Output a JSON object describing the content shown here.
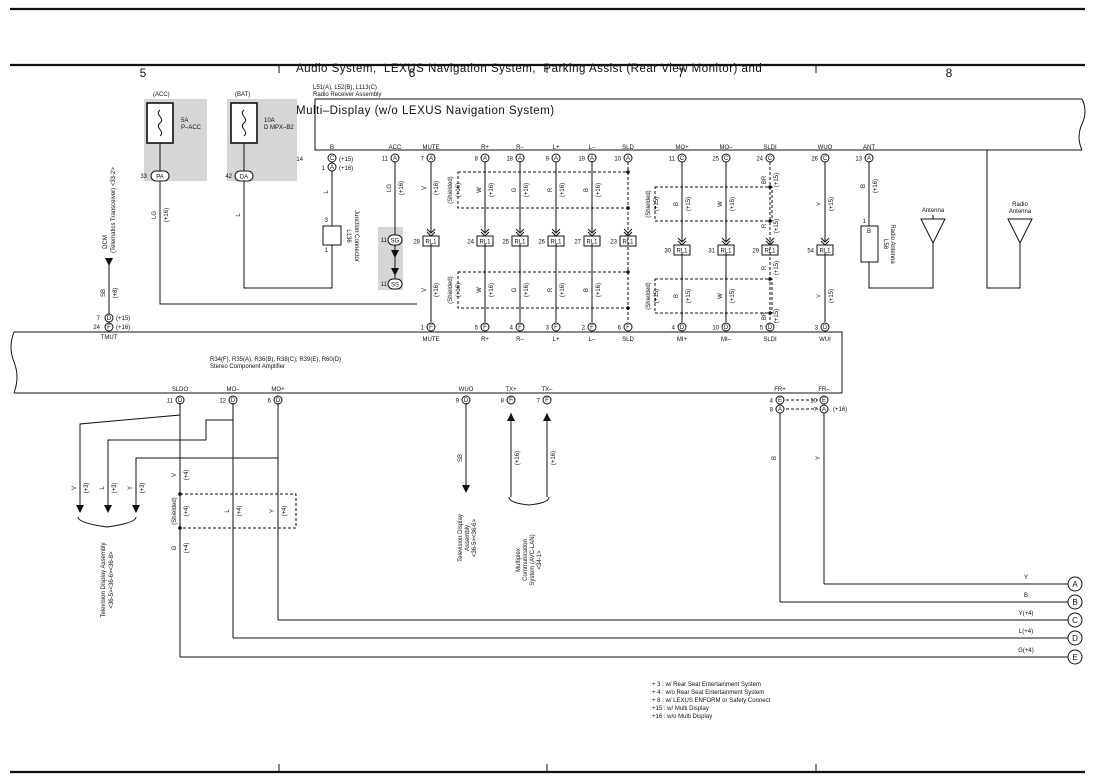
{
  "title": {
    "line1": "Audio System,  LEXUS Navigation System,  Parking Assist (Rear View Monitor) and",
    "line2": "Multi–Display (w/o LEXUS Navigation System)"
  },
  "grid": {
    "numbers": [
      "5",
      "6",
      "7",
      "8"
    ]
  },
  "fuses": {
    "acc": {
      "power": "(ACC)",
      "rating": "5A",
      "name": "P–ACC",
      "pin": "33",
      "conn": "PA"
    },
    "bat": {
      "power": "(BAT)",
      "rating": "10A",
      "name": "D MPX–B2",
      "pin": "42",
      "conn": "DA"
    }
  },
  "receiver": {
    "ids": "L51(A), L52(B), L113(C)",
    "name": "Radio Receiver Assembly",
    "b_pin": "14",
    "b_conn": "C",
    "b_note": "(+15)",
    "b_pin2": "1",
    "b_conn2": "A",
    "b_note2": "(+16)"
  },
  "top_pins": [
    {
      "label": "B"
    },
    {
      "label": "ACC",
      "pin": "11",
      "conn": "A"
    },
    {
      "label": "MUTE",
      "pin": "7",
      "conn": "A"
    },
    {
      "label": "R+",
      "pin": "8",
      "conn": "A"
    },
    {
      "label": "R–",
      "pin": "18",
      "conn": "A"
    },
    {
      "label": "L+",
      "pin": "9",
      "conn": "A"
    },
    {
      "label": "L–",
      "pin": "19",
      "conn": "A"
    },
    {
      "label": "SLD",
      "pin": "10",
      "conn": "A"
    },
    {
      "label": "MO+",
      "pin": "11",
      "conn": "C"
    },
    {
      "label": "MO–",
      "pin": "25",
      "conn": "C"
    },
    {
      "label": "SLDI",
      "pin": "24",
      "conn": "C"
    },
    {
      "label": "WUO",
      "pin": "26",
      "conn": "C"
    },
    {
      "label": "ANT",
      "pin": "13",
      "conn": "A"
    }
  ],
  "rl1_pins": [
    "28",
    "24",
    "25",
    "26",
    "27",
    "23",
    "30",
    "31",
    "29",
    "54"
  ],
  "rl1": "RL1",
  "wires_upper": {
    "b": "L",
    "acc": "LG",
    "acc_note": "(+16)",
    "mute": "V",
    "mute_note": "(+16)",
    "rp": "W",
    "rm": "G",
    "lp": "R",
    "lm": "B",
    "note16": "(+16)",
    "shielded": "(Shielded)",
    "shielded16": "(+16)",
    "mop": "B",
    "mom": "W",
    "sldi": "BR",
    "note15": "(+15)",
    "wuo": "Y",
    "ant": "B",
    "shielded15": "(+15)",
    "sldi_r": "R"
  },
  "junction": {
    "pin_top": "3",
    "pin_bot": "1",
    "id": "L136",
    "name": "Junction Connector"
  },
  "relay_conn": {
    "top_pin": "11",
    "top_conn": "SG",
    "bot_pin": "11",
    "bot_conn": "SS"
  },
  "dcm": {
    "name": "DCM",
    "desc": "(Telematics Transceiver) <33-2>",
    "wire": "SB",
    "note": "(+8)"
  },
  "lg_wire": {
    "color": "LG",
    "note": "(+16)"
  },
  "l_wire": {
    "color": "L"
  },
  "antenna": {
    "pin": "1",
    "conn": "B",
    "id": "L58",
    "name": "Radio Antenna",
    "ant1": "Antenna",
    "ant2": "Radio Antenna"
  },
  "amp": {
    "tmut_pin1": "7",
    "tmut_conn1": "D",
    "tmut_note1": "(+15)",
    "tmut_pin2": "24",
    "tmut_conn2": "F",
    "tmut_note2": "(+16)",
    "tmut": "TMUT",
    "ids": "R34(F), R35(A), R36(B), R38(C), R39(E), R60(D)",
    "name": "Stereo Component Amplifier",
    "top": [
      {
        "label": "MUTE",
        "pin": "1",
        "conn": "F"
      },
      {
        "label": "R+",
        "pin": "5",
        "conn": "F"
      },
      {
        "label": "R–",
        "pin": "4",
        "conn": "F"
      },
      {
        "label": "L+",
        "pin": "3",
        "conn": "F"
      },
      {
        "label": "L–",
        "pin": "2",
        "conn": "F"
      },
      {
        "label": "SLD",
        "pin": "6",
        "conn": "F"
      },
      {
        "label": "MI+",
        "pin": "4",
        "conn": "D"
      },
      {
        "label": "MI–",
        "pin": "10",
        "conn": "D"
      },
      {
        "label": "SLDI",
        "pin": "5",
        "conn": "D"
      },
      {
        "label": "WUI",
        "pin": "3",
        "conn": "D"
      }
    ],
    "bottom": [
      {
        "label": "SLDO",
        "pin": "11",
        "conn": "D"
      },
      {
        "label": "MO–",
        "pin": "12",
        "conn": "D"
      },
      {
        "label": "MO+",
        "pin": "6",
        "conn": "D"
      },
      {
        "label": "WUO",
        "pin": "9",
        "conn": "D"
      },
      {
        "label": "TX+",
        "pin": "8",
        "conn": "F"
      },
      {
        "label": "TX–",
        "pin": "7",
        "conn": "F"
      },
      {
        "label": "FR+",
        "pin": "4",
        "conn": "E",
        "pin2": "8",
        "conn2": "A"
      },
      {
        "label": "FR–",
        "pin": "10",
        "conn": "E",
        "pin2": "7",
        "conn2": "A"
      }
    ],
    "fr_note": "(+16)"
  },
  "lower": {
    "tv_wires": [
      "V",
      "L",
      "Y"
    ],
    "note3": "(+3)",
    "note4": "(+4)",
    "shielded": "(Shielded)",
    "v": "V",
    "l": "L",
    "y": "Y",
    "g": "G",
    "tv": "Television Display Assembly <36-5><36-6><36-8>",
    "tv2_l1": "Television Display",
    "tv2_l2": "Assembly",
    "tv2_l3": "<36-5><36-6>",
    "wuo_wire": "SB",
    "mcs_l1": "Multiplex",
    "mcs_l2": "Communication",
    "mcs_l3": "System (AVC-LAN)",
    "mcs_l4": "<34-1>",
    "fr_b": "B",
    "fr_y": "Y"
  },
  "offpage": [
    {
      "wire": "Y",
      "letter": "A"
    },
    {
      "wire": "B",
      "letter": "B"
    },
    {
      "wire": "Y(+4)",
      "letter": "C"
    },
    {
      "wire": "L(+4)",
      "letter": "D"
    },
    {
      "wire": "G(+4)",
      "letter": "E"
    }
  ],
  "notes": [
    "+ 3 : w/ Rear Seat Entertainment System",
    "+ 4 : w/o Rear Seat Entertainment System",
    "+ 8 : w/ LEXUS ENFORM or Safety Connect",
    "+15 : w/ Multi Display",
    "+16 : w/o Multi Display"
  ]
}
